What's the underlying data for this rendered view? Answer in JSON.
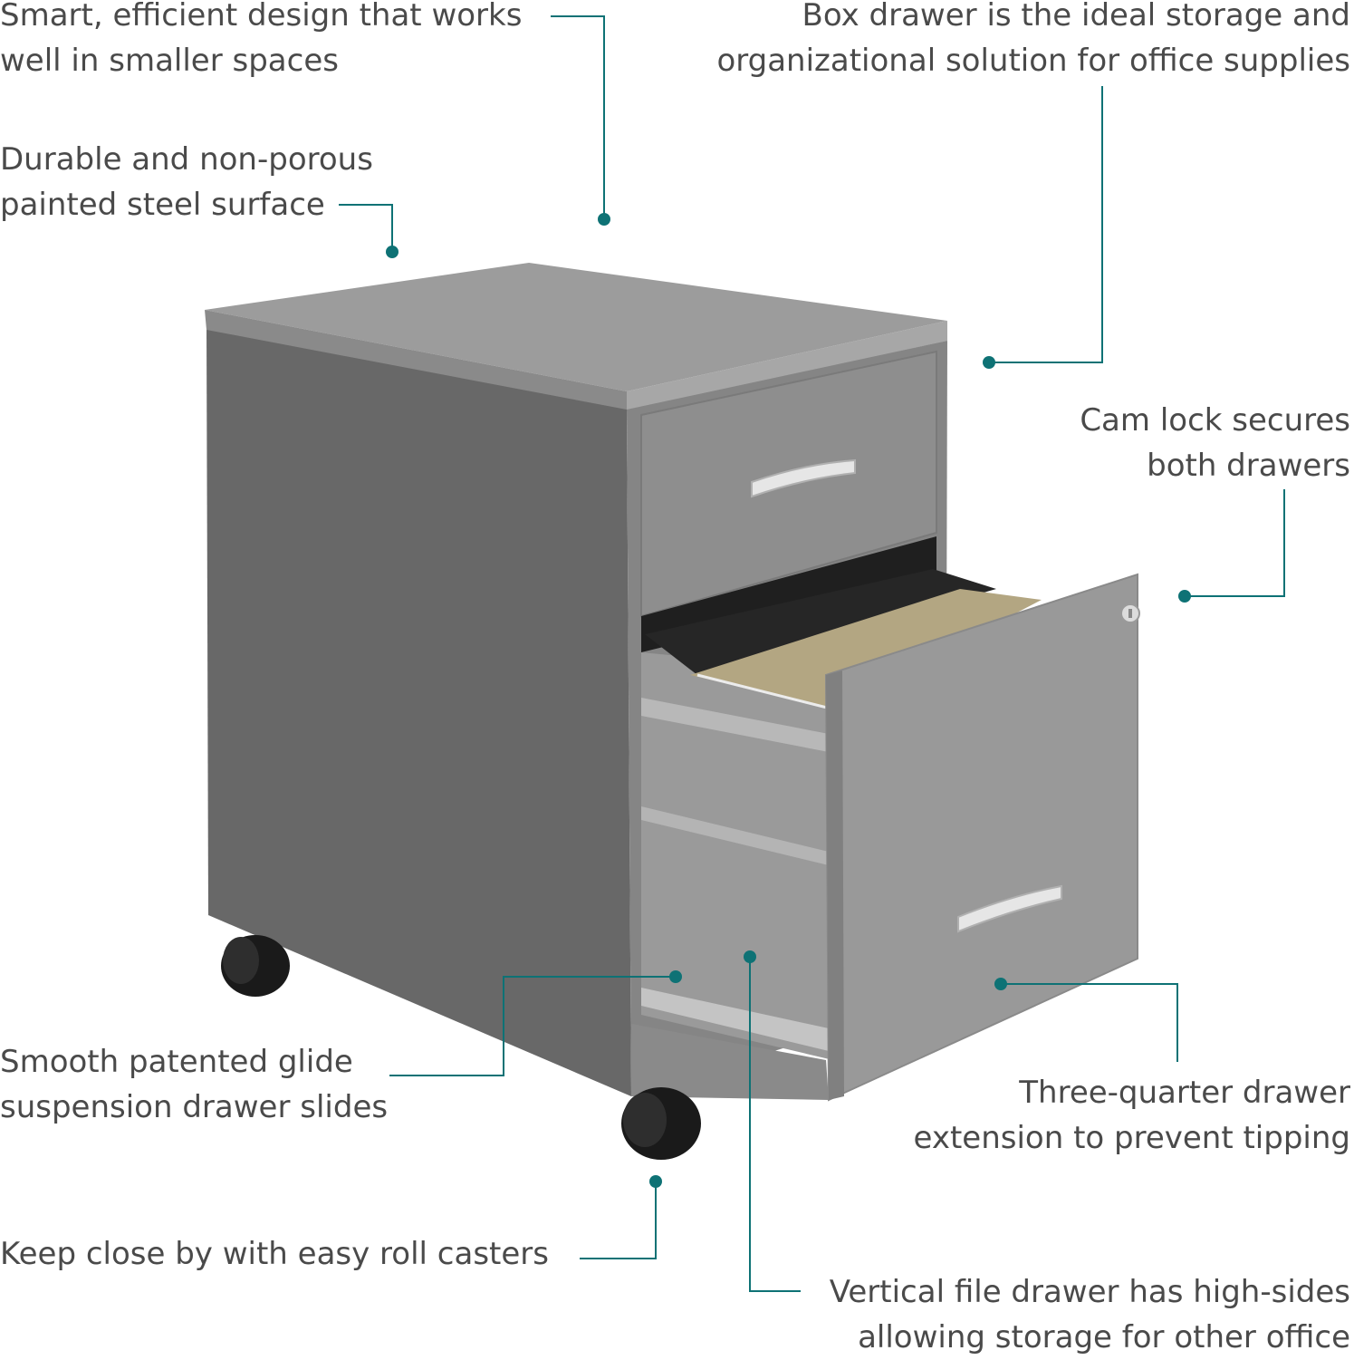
{
  "callouts": {
    "small_spaces": {
      "line1": "Smart, efficient design that works",
      "line2": "well in smaller spaces"
    },
    "box_drawer": {
      "line1": "Box drawer is the ideal storage and",
      "line2": "organizational solution for office supplies"
    },
    "steel_surface": {
      "line1": "Durable and non-porous",
      "line2": "painted steel surface"
    },
    "cam_lock": {
      "line1": "Cam lock secures",
      "line2": "both drawers"
    },
    "glide_slides": {
      "line1": "Smooth patented glide",
      "line2": "suspension drawer slides"
    },
    "three_quarter": {
      "line1": "Three-quarter drawer",
      "line2": "extension to prevent tipping"
    },
    "casters": {
      "line1": "Keep close by with easy roll casters"
    },
    "vertical_file": {
      "line1": "Vertical file drawer has high-sides",
      "line2": "allowing storage for other office"
    }
  },
  "colors": {
    "accent": "#0e7275",
    "text": "#4a4a4a",
    "cabinet_side": "#6a6a6a",
    "cabinet_front": "#8e8e8e",
    "cabinet_top": "#9a9a9a",
    "folders": "#b3a682"
  },
  "icons": [
    "callout-dot-icon",
    "handle-icon",
    "lock-icon",
    "caster-icon"
  ]
}
